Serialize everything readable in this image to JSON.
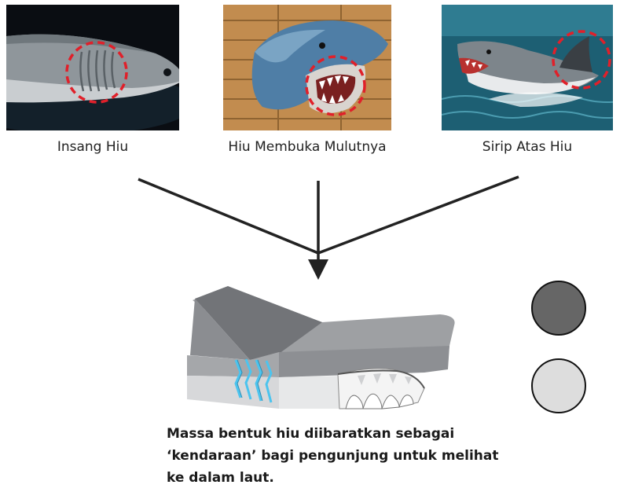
{
  "figures": [
    {
      "caption": "Insang Hiu",
      "icon": "shark-gills-icon"
    },
    {
      "caption": "Hiu Membuka Mulutnya",
      "icon": "shark-open-mouth-icon"
    },
    {
      "caption": "Sirip Atas Hiu",
      "icon": "shark-dorsal-fin-icon"
    }
  ],
  "swatches": [
    {
      "color": "#666666"
    },
    {
      "color": "#dddddd"
    }
  ],
  "description": {
    "line1": "Massa bentuk hiu diibaratkan sebagai",
    "line2": "‘kendaraan’ bagi pengunjung untuk melihat",
    "line3": "ke dalam laut."
  },
  "colors": {
    "highlight": "#e0202a",
    "gill_accent": "#4cc4ee",
    "arrow": "#222222"
  }
}
